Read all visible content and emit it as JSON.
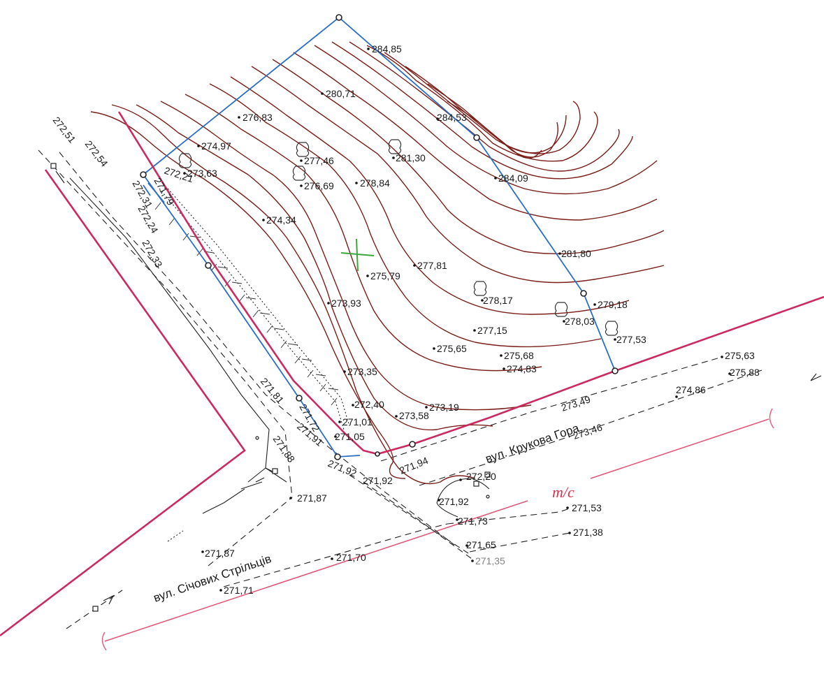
{
  "elevations": [
    {
      "id": "e1",
      "text": "284,85"
    },
    {
      "id": "e2",
      "text": "280,71"
    },
    {
      "id": "e3",
      "text": "276,83"
    },
    {
      "id": "e4",
      "text": "284,53"
    },
    {
      "id": "e5",
      "text": "274,97"
    },
    {
      "id": "e6",
      "text": "277,46"
    },
    {
      "id": "e7",
      "text": "281,30"
    },
    {
      "id": "e8",
      "text": "273,63"
    },
    {
      "id": "e9",
      "text": "272,21"
    },
    {
      "id": "e10",
      "text": "276,69"
    },
    {
      "id": "e11",
      "text": "278,84"
    },
    {
      "id": "e12",
      "text": "284,09"
    },
    {
      "id": "e13",
      "text": "274,34"
    },
    {
      "id": "e14",
      "text": "281,80"
    },
    {
      "id": "e15",
      "text": "277,81"
    },
    {
      "id": "e16",
      "text": "275,79"
    },
    {
      "id": "e17",
      "text": "279,18"
    },
    {
      "id": "e18",
      "text": "273,93"
    },
    {
      "id": "e19",
      "text": "278,17"
    },
    {
      "id": "e20",
      "text": "278,03"
    },
    {
      "id": "e21",
      "text": "277,15"
    },
    {
      "id": "e22",
      "text": "277,53"
    },
    {
      "id": "e23",
      "text": "275,65"
    },
    {
      "id": "e24",
      "text": "275,68"
    },
    {
      "id": "e25",
      "text": "274,83"
    },
    {
      "id": "e26",
      "text": "273,35"
    },
    {
      "id": "e27",
      "text": "275,63"
    },
    {
      "id": "e28",
      "text": "275,88"
    },
    {
      "id": "e29",
      "text": "274,86"
    },
    {
      "id": "e30",
      "text": "272,40"
    },
    {
      "id": "e31",
      "text": "273,19"
    },
    {
      "id": "e32",
      "text": "273,58"
    },
    {
      "id": "e33",
      "text": "273,49"
    },
    {
      "id": "e34",
      "text": "273,46"
    },
    {
      "id": "e35",
      "text": "271,81"
    },
    {
      "id": "e36",
      "text": "271,72"
    },
    {
      "id": "e37",
      "text": "271,01"
    },
    {
      "id": "e38",
      "text": "271,05"
    },
    {
      "id": "e39",
      "text": "271,91"
    },
    {
      "id": "e40",
      "text": "271,88"
    },
    {
      "id": "e41",
      "text": "271,92"
    },
    {
      "id": "e42",
      "text": "271,92"
    },
    {
      "id": "e43",
      "text": "271,94"
    },
    {
      "id": "e44",
      "text": "272,20"
    },
    {
      "id": "e45",
      "text": "271,87"
    },
    {
      "id": "e46",
      "text": "271,92"
    },
    {
      "id": "e47",
      "text": "271,53"
    },
    {
      "id": "e48",
      "text": "271,73"
    },
    {
      "id": "e49",
      "text": "271,65"
    },
    {
      "id": "e50",
      "text": "271,38"
    },
    {
      "id": "e51",
      "text": "271,35"
    },
    {
      "id": "e52",
      "text": "271,87"
    },
    {
      "id": "e53",
      "text": "271,70"
    },
    {
      "id": "e54",
      "text": "271,71"
    },
    {
      "id": "e55",
      "text": "272,51"
    },
    {
      "id": "e56",
      "text": "272,54"
    },
    {
      "id": "e57",
      "text": "272,31"
    },
    {
      "id": "e58",
      "text": "271,79"
    },
    {
      "id": "e59",
      "text": "272,24"
    },
    {
      "id": "e60",
      "text": "272,33"
    }
  ],
  "streets": {
    "krukova": "вул. Крукова Гора",
    "sichovykh": "вул. Січових Стрільців"
  },
  "annotations": {
    "handwritten": "т/с"
  },
  "colors": {
    "contour": "#7a1e18",
    "boundary": "#2a6fc4",
    "red_line": "#cc2a5e",
    "survey_marker": "#3aa63a"
  }
}
